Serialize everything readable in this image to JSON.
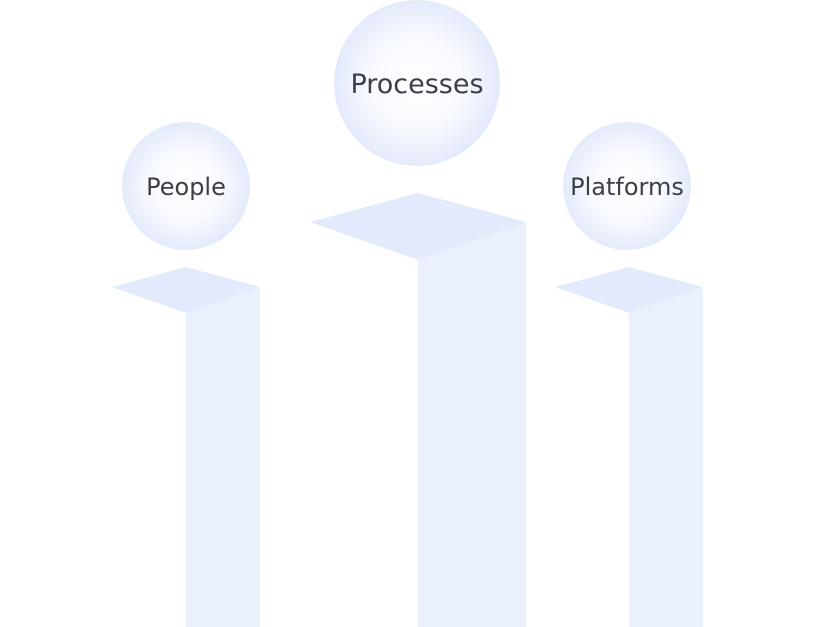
{
  "pillars": [
    {
      "id": "people",
      "label": "People"
    },
    {
      "id": "processes",
      "label": "Processes"
    },
    {
      "id": "platforms",
      "label": "Platforms"
    }
  ],
  "colors": {
    "background": "#ffffff",
    "text": "#3c3f47",
    "bubble_center": "#ffffff",
    "bubble_edge": "#e3eafb",
    "pillar_top": "#e2eafc",
    "pillar_front": "#eaf0fd"
  }
}
